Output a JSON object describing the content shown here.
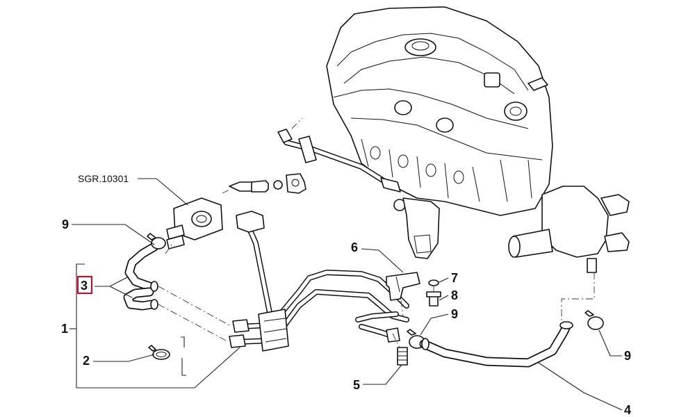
{
  "diagram": {
    "reference_label": "SGR.10301",
    "callouts": [
      {
        "id": "c1",
        "text": "1"
      },
      {
        "id": "c2",
        "text": "2"
      },
      {
        "id": "c3",
        "text": "3",
        "highlighted": true
      },
      {
        "id": "c4",
        "text": "4"
      },
      {
        "id": "c5",
        "text": "5"
      },
      {
        "id": "c6",
        "text": "6"
      },
      {
        "id": "c7",
        "text": "7"
      },
      {
        "id": "c8",
        "text": "8"
      },
      {
        "id": "c9a",
        "text": "9"
      },
      {
        "id": "c9b",
        "text": "9"
      },
      {
        "id": "c9c",
        "text": "9"
      }
    ],
    "colors": {
      "line": "#111111",
      "background": "#ffffff",
      "highlight_box": "#e0001b"
    }
  }
}
